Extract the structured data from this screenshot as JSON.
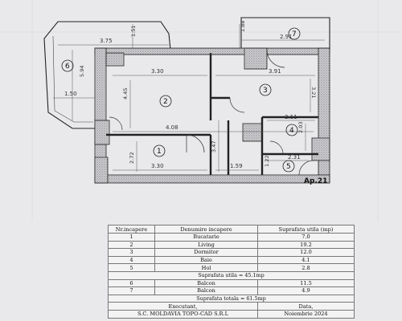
{
  "plan": {
    "apartment_label": "Ap.21",
    "room_numbers": [
      "1",
      "2",
      "3",
      "4",
      "5",
      "6",
      "7"
    ],
    "dimensions": {
      "balcony6_width": "3.75",
      "balcony6_depth": "1.51",
      "balcony6_height": "5.94",
      "balcony6_inner": "1.50",
      "balcony7_width": "2.91",
      "balcony7_depth": "1.88",
      "living_width": "3.30",
      "living_height": "4.45",
      "bedroom_width": "3.91",
      "bedroom_height": "3.21",
      "corridor_length": "4.08",
      "kitchen_height": "2.72",
      "kitchen_width": "3.30",
      "hall_height_a": "3.47",
      "hall_width": "1.59",
      "bath_width": "2.11",
      "bath_height": "2.03",
      "hol_dim_a": "2.31",
      "hol_dim_b": "1.22"
    }
  },
  "table": {
    "headers": {
      "number": "Nr.incapere",
      "name": "Denumire incapere",
      "area": "Suprafata utila (mp)"
    },
    "rooms": [
      {
        "nr": "1",
        "name": "Bucatarie",
        "area": "7.0"
      },
      {
        "nr": "2",
        "name": "Living",
        "area": "19.2"
      },
      {
        "nr": "3",
        "name": "Dormitor",
        "area": "12.0"
      },
      {
        "nr": "4",
        "name": "Baie",
        "area": "4.1"
      },
      {
        "nr": "5",
        "name": "Hol",
        "area": "2.8"
      }
    ],
    "useful_total": "Suprafata utila = 45.1mp",
    "balconies": [
      {
        "nr": "6",
        "name": "Balcon",
        "area": "11.5"
      },
      {
        "nr": "7",
        "name": "Balcon",
        "area": "4.9"
      }
    ],
    "grand_total": "Suprafata totala = 61.5mp",
    "executor_label": "Executant,",
    "date_label": "Data,",
    "executor": "S.C. MOLDAVIA TOPO-CAD S.R.L",
    "date": "Noiembrie 2024"
  }
}
